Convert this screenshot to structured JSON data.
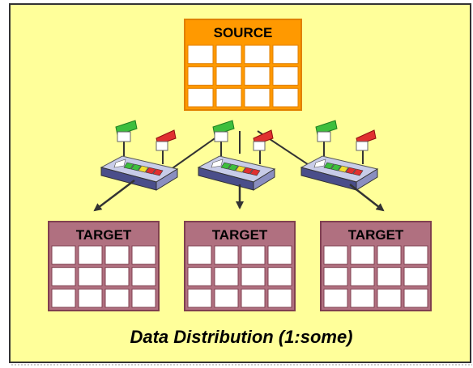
{
  "caption": "Data Distribution (1:some)",
  "source": {
    "title": "SOURCE",
    "rows": 3,
    "cols": 4
  },
  "targets": [
    {
      "title": "TARGET",
      "rows": 3,
      "cols": 4
    },
    {
      "title": "TARGET",
      "rows": 3,
      "cols": 4
    },
    {
      "title": "TARGET",
      "rows": 3,
      "cols": 4
    }
  ],
  "icons": {
    "switch": "network-switch-icon",
    "flag_green": "green-flag-icon",
    "flag_red": "red-flag-icon"
  },
  "colors": {
    "background": "#FFFF9A",
    "frame": "#333333",
    "source_border": "#FF9900",
    "source_cell": "#FFFFFF",
    "target_header": "#B07080",
    "target_border": "#804050",
    "target_cell": "#FFFFFF",
    "arrow": "#333333",
    "switch_body": "#C8CCE8",
    "switch_dark": "#4A4E8A"
  }
}
